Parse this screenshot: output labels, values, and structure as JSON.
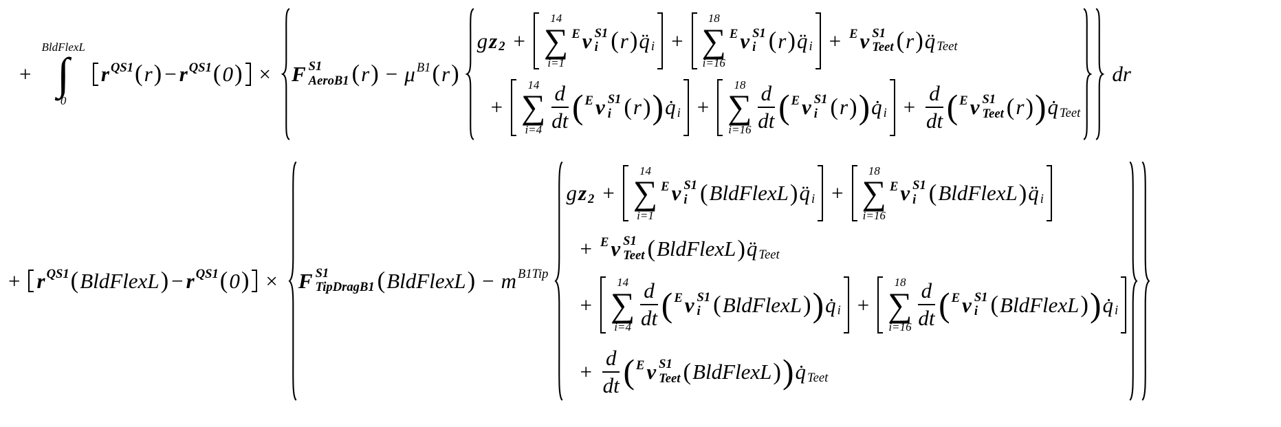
{
  "colors": {
    "text": "#000000",
    "background": "#ffffff"
  },
  "tokens": {
    "plus": "+",
    "minus": "−",
    "times": "×",
    "integral": "∫",
    "sum": "∑",
    "lparen": "(",
    "rparen": ")",
    "int_upper": "BldFlexL",
    "int_lower": "0",
    "r": "r",
    "QS1": "QS1",
    "arg_r": "r",
    "arg_0": "0",
    "arg_BldFlexL": "BldFlexL",
    "F": "F",
    "S1": "S1",
    "AeroB1": "AeroB1",
    "TipDragB1": "TipDragB1",
    "mu": "μ",
    "B1": "B1",
    "m": "m",
    "B1Tip": "B1Tip",
    "g": "g",
    "z": "z",
    "two": "2",
    "E": "E",
    "v": "v",
    "i": "i",
    "Teet": "Teet",
    "qddot": "q̈",
    "qdot": "q̇",
    "lim_14": "14",
    "lim_18": "18",
    "lim_i1": "i=1",
    "lim_i4": "i=4",
    "lim_i16": "i=16",
    "d": "d",
    "dt": "dt",
    "dr": "dr"
  }
}
